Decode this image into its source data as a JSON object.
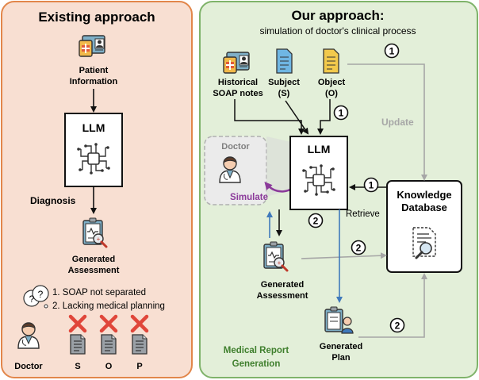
{
  "left": {
    "title": "Existing approach",
    "patient_label": [
      "Patient",
      "Information"
    ],
    "llm_label": "LLM",
    "diagnosis_label": "Diagnosis",
    "assessment_label": [
      "Generated",
      "Assessment"
    ],
    "problems": [
      "1. SOAP not separated",
      "2. Lacking medical planning"
    ],
    "doctor_label": "Doctor",
    "soap_letters": [
      "S",
      "O",
      "P"
    ]
  },
  "right": {
    "title": "Our approach:",
    "subtitle": "simulation of doctor's clinical process",
    "inputs": {
      "historical": [
        "Historical",
        "SOAP notes"
      ],
      "subject": [
        "Subject",
        "(S)"
      ],
      "object": [
        "Object",
        "(O)"
      ]
    },
    "doctor_label": "Doctor",
    "simulate_label": "Simulate",
    "llm_label": "LLM",
    "update_label": "Update",
    "retrieve_label": "Retrieve",
    "kb_label": [
      "Knowledge",
      "Database"
    ],
    "assessment_label": [
      "Generated",
      "Assessment"
    ],
    "plan_label": [
      "Generated",
      "Plan"
    ],
    "medical_report_label": [
      "Medical Report",
      "Generation"
    ],
    "step_markers": [
      "1",
      "1",
      "1",
      "2",
      "2",
      "2"
    ]
  },
  "colors": {
    "left_bg": "#f8dfd2",
    "left_border": "#e2864a",
    "right_bg": "#e3efd9",
    "right_border": "#7fb36a",
    "blue_arrow": "#3f79bb",
    "gray_arrow": "#a6a6a6",
    "purple": "#8b3a9a",
    "green_text": "#3f7f2d",
    "red_x": "#e0463a"
  }
}
